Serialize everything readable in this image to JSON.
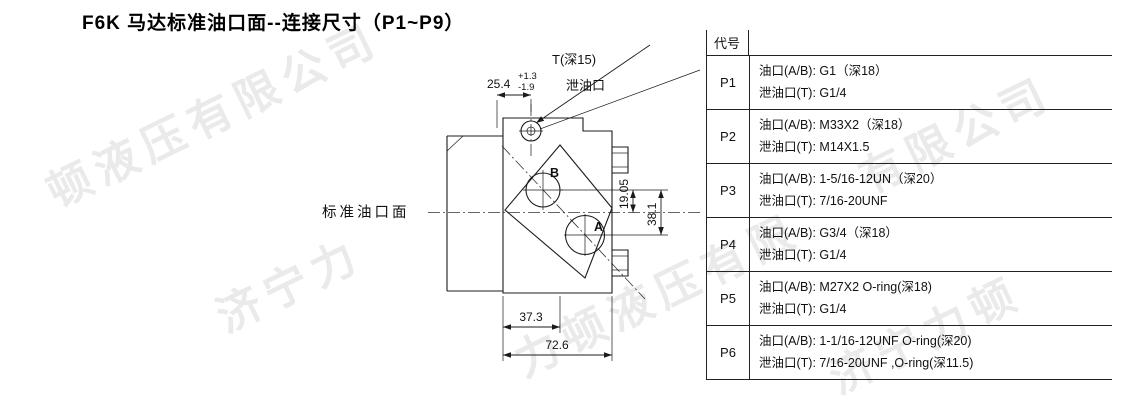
{
  "title": "F6K 马达标准油口面--连接尺寸（P1~P9）",
  "drawing": {
    "face_label": "标准油口面",
    "dim_offset": "25.4",
    "tol_plus": "+1.3",
    "tol_minus": "-1.9",
    "port_t_label": "T(深15)",
    "drain_label": "泄油口",
    "port_b": "B",
    "port_a": "A",
    "dim_b_center": "19.05",
    "dim_ab": "38.1",
    "dim_face_center": "37.3",
    "dim_width": "72.6"
  },
  "table": {
    "header": "代号",
    "rows": [
      {
        "code": "P1",
        "line1": "油口(A/B): G1（深18）",
        "line2": "泄油口(T): G1/4"
      },
      {
        "code": "P2",
        "line1": "油口(A/B): M33X2（深18）",
        "line2": "泄油口(T): M14X1.5"
      },
      {
        "code": "P3",
        "line1": "油口(A/B): 1-5/16-12UN（深20）",
        "line2": "泄油口(T): 7/16-20UNF"
      },
      {
        "code": "P4",
        "line1": "油口(A/B): G3/4（深18）",
        "line2": "泄油口(T): G1/4"
      },
      {
        "code": "P5",
        "line1": "油口(A/B): M27X2 O-ring(深18)",
        "line2": "泄油口(T): G1/4"
      },
      {
        "code": "P6",
        "line1": "油口(A/B): 1-1/16-12UNF O-ring(深20)",
        "line2": "泄油口(T): 7/16-20UNF ,O-ring(深11.5)"
      }
    ]
  },
  "watermarks": [
    {
      "text": "顿液压有限公司"
    },
    {
      "text": "济宁力"
    },
    {
      "text": "力顿液压有限"
    },
    {
      "text": "有限公司"
    },
    {
      "text": "济宁力顿"
    }
  ]
}
